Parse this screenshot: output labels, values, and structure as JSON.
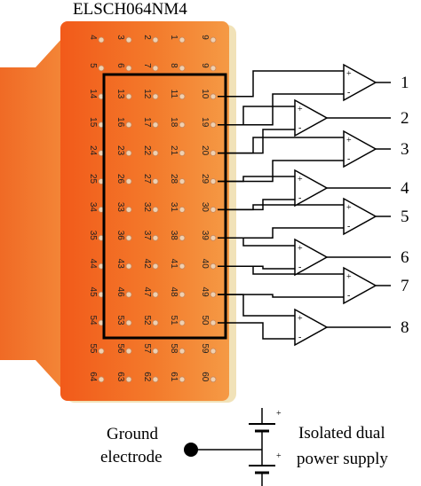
{
  "title": "ELSCH064NM4",
  "pin_grid": [
    [
      "4",
      "3",
      "2",
      "1",
      "9"
    ],
    [
      "5",
      "6",
      "7",
      "8",
      "9"
    ],
    [
      "14",
      "13",
      "12",
      "11",
      "10"
    ],
    [
      "15",
      "16",
      "17",
      "18",
      "19"
    ],
    [
      "24",
      "23",
      "22",
      "21",
      "20"
    ],
    [
      "25",
      "26",
      "27",
      "28",
      "29"
    ],
    [
      "34",
      "33",
      "32",
      "31",
      "30"
    ],
    [
      "35",
      "36",
      "37",
      "38",
      "39"
    ],
    [
      "44",
      "43",
      "42",
      "41",
      "40"
    ],
    [
      "45",
      "46",
      "47",
      "48",
      "49"
    ],
    [
      "54",
      "53",
      "52",
      "51",
      "50"
    ],
    [
      "55",
      "56",
      "57",
      "58",
      "59"
    ],
    [
      "64",
      "63",
      "62",
      "61",
      "60"
    ]
  ],
  "amplifiers": [
    {
      "label": "1"
    },
    {
      "label": "2"
    },
    {
      "label": "3"
    },
    {
      "label": "4"
    },
    {
      "label": "5"
    },
    {
      "label": "6"
    },
    {
      "label": "7"
    },
    {
      "label": "8"
    }
  ],
  "opamp_plus": "+",
  "opamp_minus": "-",
  "ground_label_line1": "Ground",
  "ground_label_line2": "electrode",
  "supply_label_line1": "Isolated dual",
  "supply_label_line2": "power supply",
  "battery_plus": "+",
  "colors": {
    "board_orange": "#f26a1f",
    "board_orange_light": "#f7a35a",
    "board_edge": "#f1e2b8",
    "pad": "#e8c9a8",
    "line": "#000000"
  }
}
